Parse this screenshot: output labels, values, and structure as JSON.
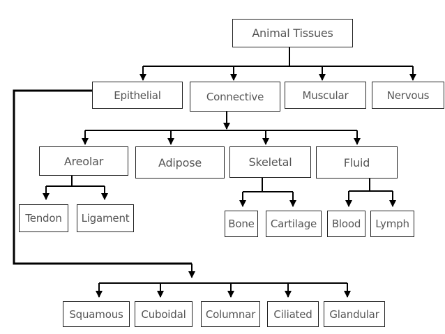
{
  "root": {
    "label": "Animal Tissues"
  },
  "level1": {
    "epithelial": "Epithelial",
    "connective": "Connective",
    "muscular": "Muscular",
    "nervous": "Nervous"
  },
  "connective_children": {
    "areolar": "Areolar",
    "adipose": "Adipose",
    "skeletal": "Skeletal",
    "fluid": "Fluid"
  },
  "areolar_children": {
    "tendon": "Tendon",
    "ligament": "Ligament"
  },
  "skeletal_children": {
    "bone": "Bone",
    "cartilage": "Cartilage"
  },
  "fluid_children": {
    "blood": "Blood",
    "lymph": "Lymph"
  },
  "epithelial_children": {
    "squamous": "Squamous",
    "cuboidal": "Cuboidal",
    "columnar": "Columnar",
    "ciliated": "Ciliated",
    "glandular": "Glandular"
  }
}
